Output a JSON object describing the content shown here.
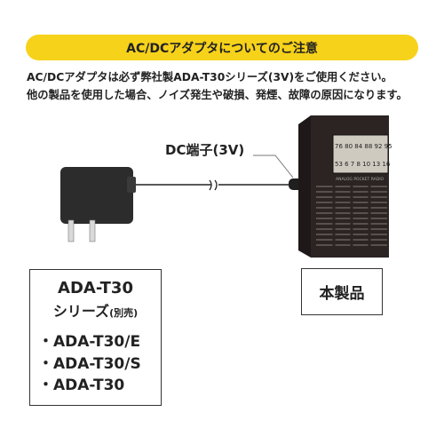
{
  "banner": {
    "title": "AC/DCアダプタについてのご注意"
  },
  "notice": {
    "line1": "AC/DCアダプタは必ず弊社製ADA-T30シリーズ(3V)をご使用ください。",
    "line2": "他の製品を使用した場合、ノイズ発生や破損、発煙、故障の原因になります。"
  },
  "diagram": {
    "dc_terminal_label": "DC端子(3V)",
    "radio_scale_top": "76 80 84 88 92 95",
    "radio_scale_bottom": "53 6 7 8 10 13 16",
    "radio_brand": "ANALOG POCKET RADIO"
  },
  "adapter_box": {
    "title": "ADA-T30",
    "subtitle": "シリーズ",
    "note": "(別売)",
    "models": [
      "・ADA-T30/E",
      "・ADA-T30/S",
      "・ADA-T30"
    ]
  },
  "product_box": {
    "label": "本製品"
  },
  "colors": {
    "banner": "#f7d21a",
    "text": "#222222",
    "device": "#2b2423"
  }
}
